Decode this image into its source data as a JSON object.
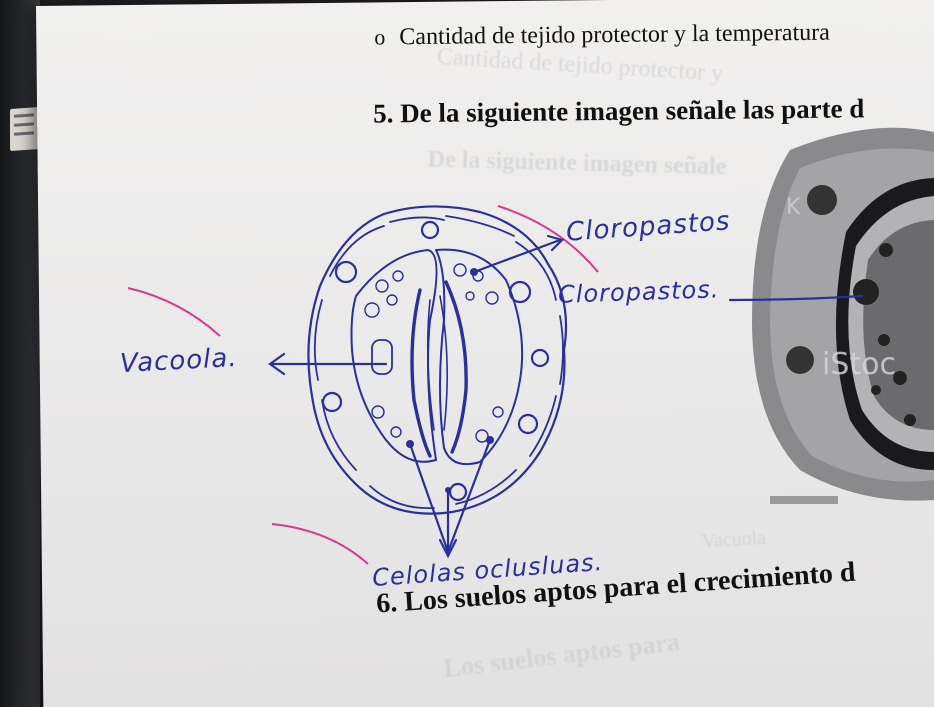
{
  "printed": {
    "bullet": "o",
    "item_text": "Cantidad de tejido protector y la temperatura",
    "question_5": "5.  De la siguiente imagen señale  las parte d",
    "question_6": "6.  Los suelos aptos para el crecimiento d"
  },
  "bleed_through": {
    "line1": "Cantidad de tejido protector y",
    "line2": "De la siguiente imagen señale",
    "line3": "Vacuola",
    "line4": "Los suelos aptos para"
  },
  "handwriting": {
    "cloroplastos_1": "Cloropastos",
    "cloroplastos_2": "Cloropastos.",
    "vacuola": "Vacoola.",
    "celulas": "Celolas oclusluas."
  },
  "watermark": {
    "text_1": "iStoc",
    "text_2": "K"
  },
  "colors": {
    "ink_blue": "#2a2f9a",
    "highlighter": "#d63a8c",
    "paper": "#efeeee"
  }
}
